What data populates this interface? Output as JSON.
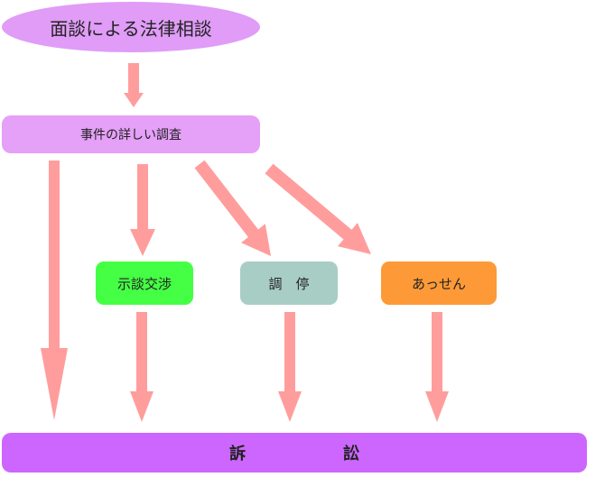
{
  "diagram": {
    "nodes": {
      "consult": {
        "label": "面談による法律相談",
        "color": "#e09cf7"
      },
      "investigate": {
        "label": "事件の詳しい調査",
        "color": "#e5a0f8"
      },
      "settle": {
        "label": "示談交渉",
        "color": "#44ff44"
      },
      "mediate": {
        "label": "調　停",
        "color": "#a8cdc4"
      },
      "assist": {
        "label": "あっせん",
        "color": "#fd9a37"
      },
      "lawsuit": {
        "label": "訴　　　　　　訟",
        "color": "#cc66ff"
      }
    },
    "arrow_color": "#ff9d9d",
    "edges": [
      {
        "from": "consult",
        "to": "investigate"
      },
      {
        "from": "investigate",
        "to": "lawsuit"
      },
      {
        "from": "investigate",
        "to": "settle"
      },
      {
        "from": "investigate",
        "to": "mediate"
      },
      {
        "from": "investigate",
        "to": "assist"
      },
      {
        "from": "settle",
        "to": "lawsuit"
      },
      {
        "from": "mediate",
        "to": "lawsuit"
      },
      {
        "from": "assist",
        "to": "lawsuit"
      }
    ]
  }
}
